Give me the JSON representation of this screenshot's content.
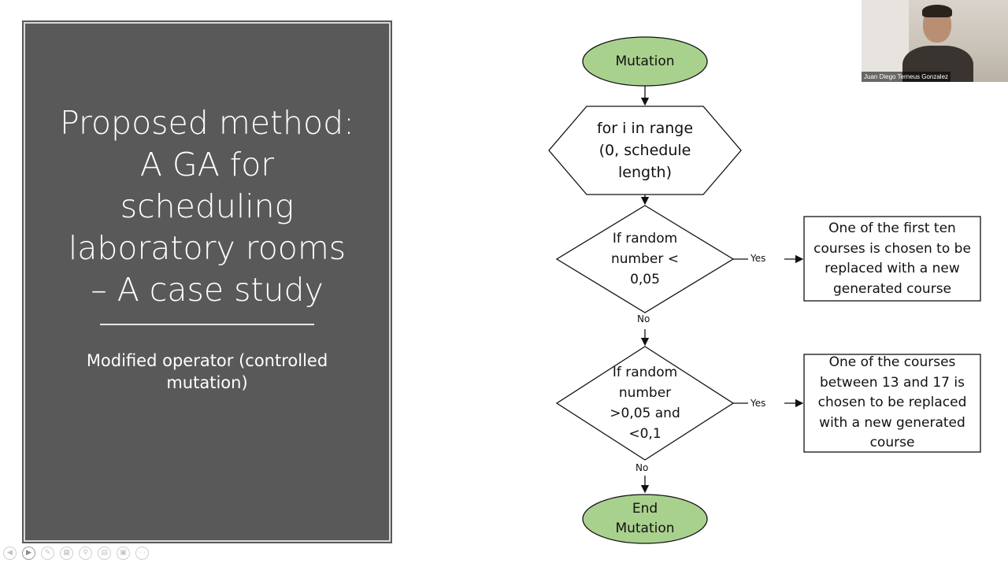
{
  "slide": {
    "title": "Proposed method: A GA for scheduling laboratory rooms – A case study",
    "subtitle": "Modified operator (controlled mutation)"
  },
  "flowchart": {
    "start": "Mutation",
    "loop_lines": [
      "for i in range",
      "(0, schedule",
      "length)"
    ],
    "decision1_lines": [
      "If random",
      "number <",
      "0,05"
    ],
    "decision2_lines": [
      "If random",
      "number",
      ">0,05 and",
      "<0,1"
    ],
    "action1_lines": [
      "One of the first ten",
      "courses is chosen to be",
      "replaced with a new",
      "generated course"
    ],
    "action2_lines": [
      "One of the courses",
      "between 13 and 17 is",
      "chosen to be replaced",
      "with a new generated",
      "course"
    ],
    "end_lines": [
      "End",
      "Mutation"
    ],
    "yes_label": "Yes",
    "no_label": "No",
    "terminal_fill": "#a9d18e"
  },
  "video": {
    "participant_name": "Juan Diego Terneus Gonzalez"
  },
  "controls": {
    "icons": [
      "prev-arrow-icon",
      "play-icon",
      "pen-icon",
      "slides-icon",
      "zoom-icon",
      "subtitles-icon",
      "screen-icon",
      "more-icon"
    ]
  }
}
